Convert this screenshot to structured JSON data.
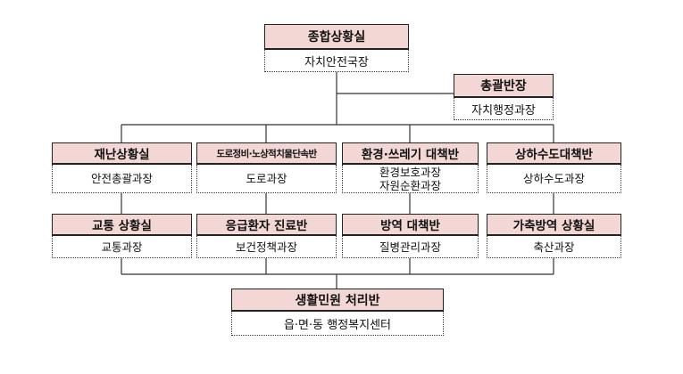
{
  "top": {
    "title": "종합상황실",
    "dept": "자치안전국장"
  },
  "coordinator": {
    "title": "총괄반장",
    "dept": "자치행정과장"
  },
  "row1": [
    {
      "title": "재난상황실",
      "dept": [
        "안전총괄과장"
      ]
    },
    {
      "title": "도로정비·노상적치물단속반",
      "dept": [
        "도로과장"
      ]
    },
    {
      "title": "환경·쓰레기 대책반",
      "dept": [
        "환경보호과장",
        "자원순환과장"
      ]
    },
    {
      "title": "상하수도대책반",
      "dept": [
        "상하수도과장"
      ]
    }
  ],
  "row2": [
    {
      "title": "교통 상황실",
      "dept": [
        "교통과장"
      ]
    },
    {
      "title": "응급환자 진료반",
      "dept": [
        "보건정책과장"
      ]
    },
    {
      "title": "방역 대책반",
      "dept": [
        "질병관리과장"
      ]
    },
    {
      "title": "가축방역 상황실",
      "dept": [
        "축산과장"
      ]
    }
  ],
  "bottom": {
    "title": "생활민원 처리반",
    "dept": "읍·면·동 행정복지센터"
  }
}
